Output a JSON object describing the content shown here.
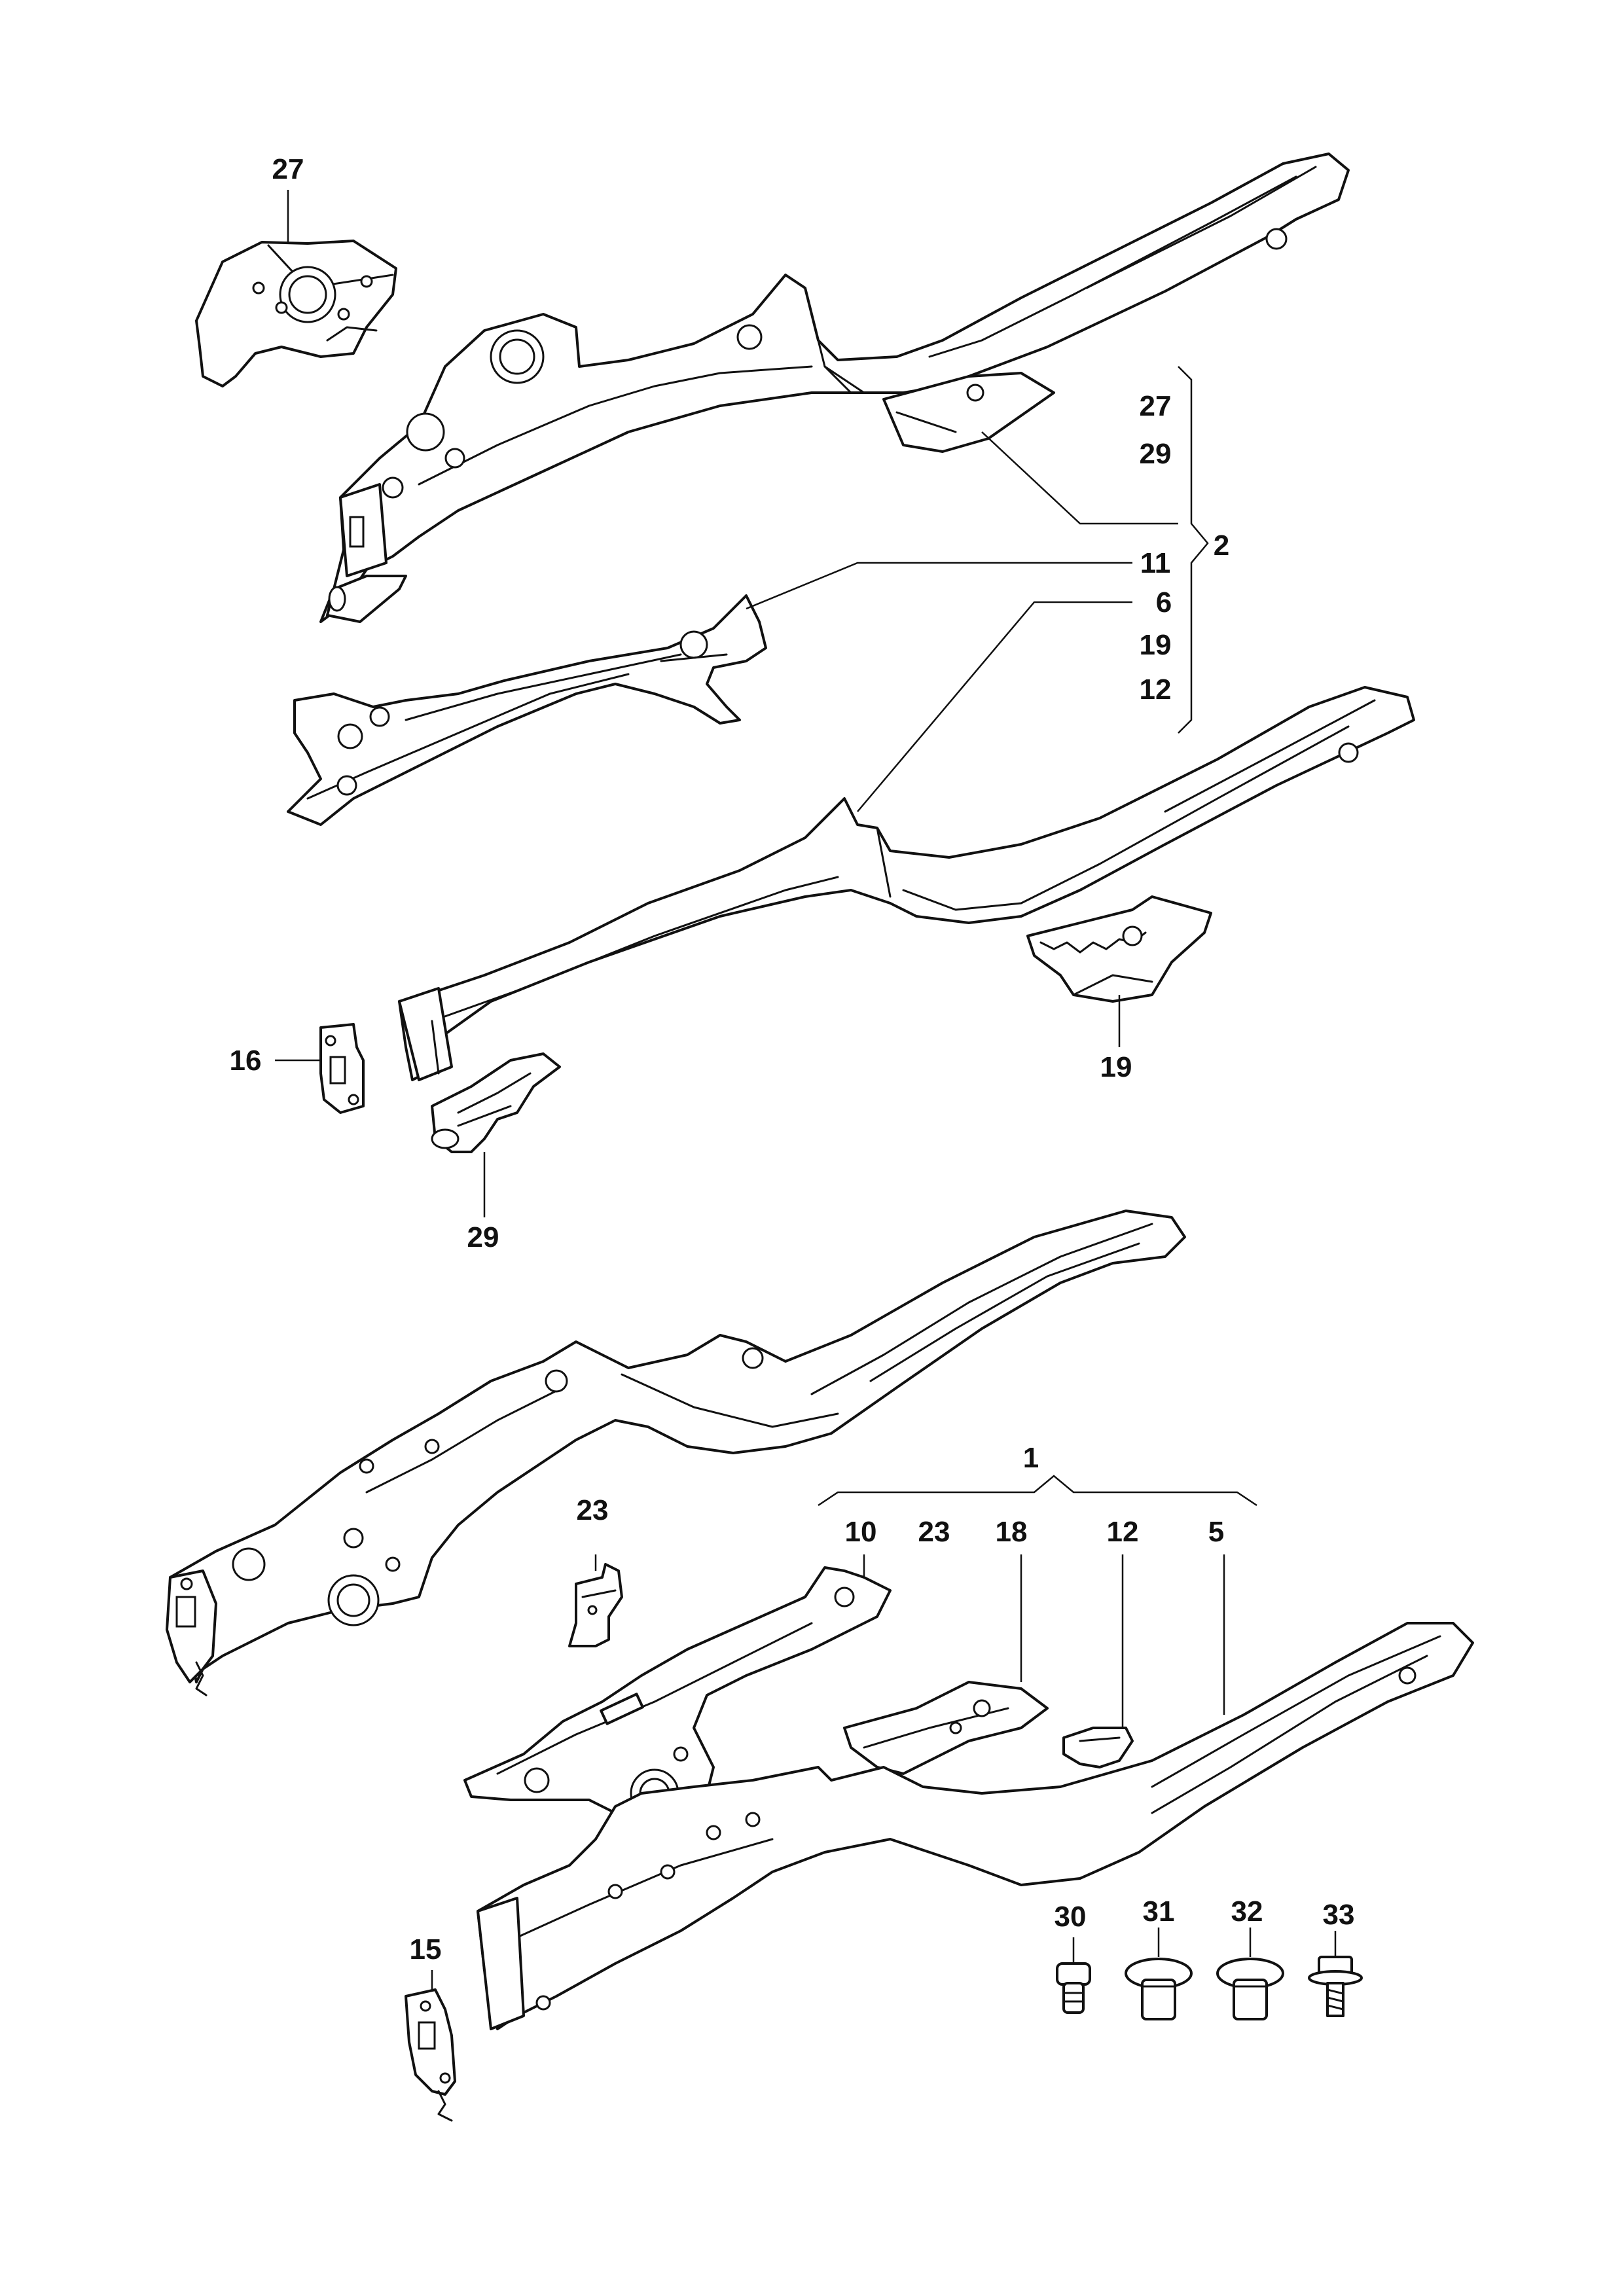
{
  "callouts": {
    "c27_top": "27",
    "c27_group": "27",
    "c29_group": "29",
    "c2": "2",
    "c11": "11",
    "c6": "6",
    "c19_group": "19",
    "c12_group": "12",
    "c16": "16",
    "c19": "19",
    "c29": "29",
    "c1": "1",
    "c23": "23",
    "c10": "10",
    "c23_group": "23",
    "c18": "18",
    "c12": "12",
    "c5": "5",
    "c15": "15",
    "c30": "30",
    "c31": "31",
    "c32": "32",
    "c33": "33"
  }
}
